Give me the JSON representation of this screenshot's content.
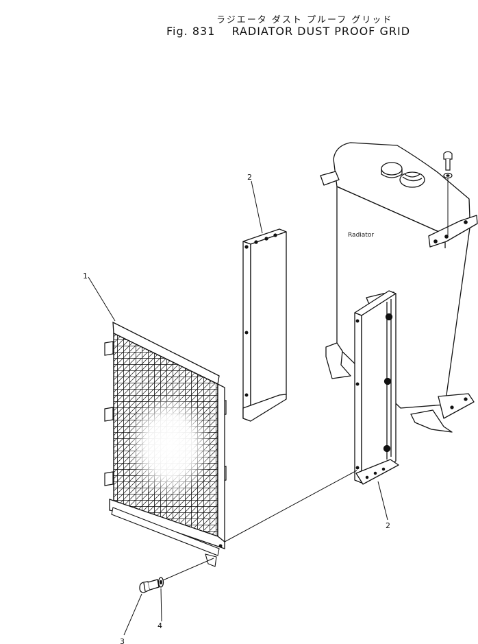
{
  "header": {
    "title_japanese": "ラジエータ ダスト プルーフ グリッド",
    "figure_number": "Fig. 831",
    "title_english": "RADIATOR DUST PROOF GRID"
  },
  "diagram": {
    "component_label": "Radiator",
    "callouts": [
      {
        "id": "grid",
        "text": "1"
      },
      {
        "id": "side-bracket-left",
        "text": "2"
      },
      {
        "id": "side-bracket-right",
        "text": "2"
      },
      {
        "id": "bolt",
        "text": "3"
      },
      {
        "id": "washer",
        "text": "4"
      }
    ]
  }
}
